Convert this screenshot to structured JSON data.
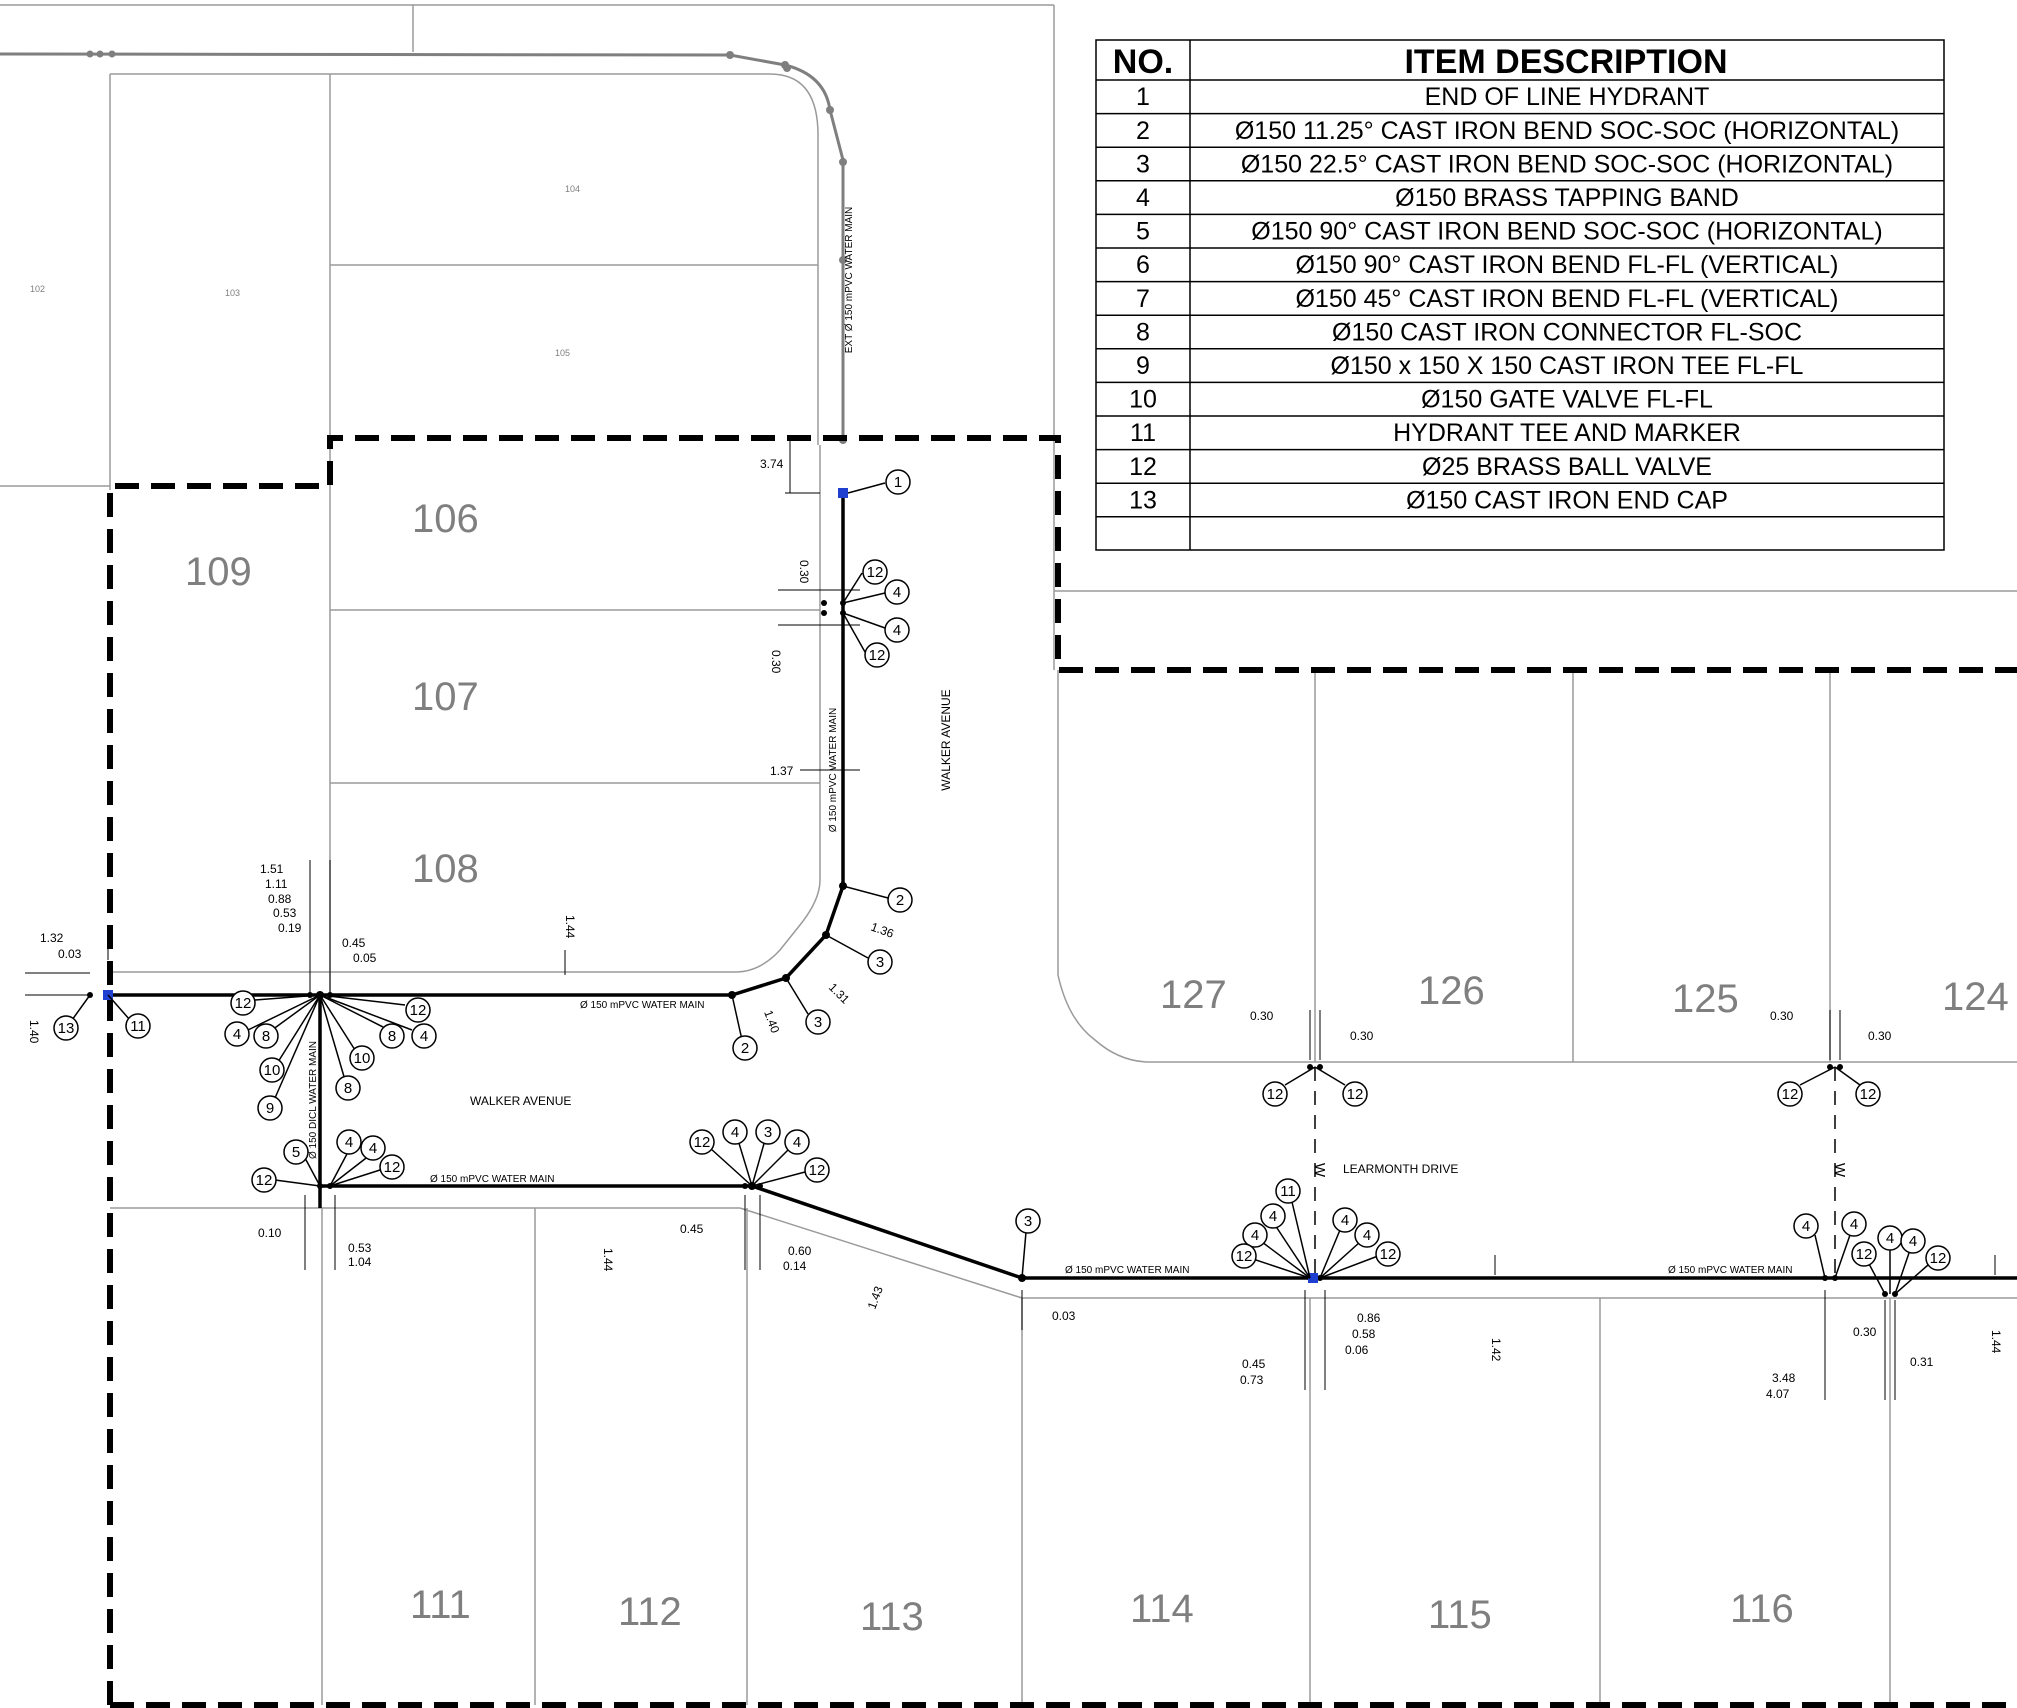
{
  "table": {
    "header_no": "NO.",
    "header_desc": "ITEM DESCRIPTION",
    "rows": [
      {
        "no": "1",
        "desc": "END OF LINE HYDRANT"
      },
      {
        "no": "2",
        "desc": "Ø150 11.25° CAST IRON BEND SOC-SOC (HORIZONTAL)"
      },
      {
        "no": "3",
        "desc": "Ø150 22.5° CAST IRON BEND SOC-SOC (HORIZONTAL)"
      },
      {
        "no": "4",
        "desc": "Ø150 BRASS TAPPING BAND"
      },
      {
        "no": "5",
        "desc": "Ø150 90° CAST IRON BEND SOC-SOC (HORIZONTAL)"
      },
      {
        "no": "6",
        "desc": "Ø150 90° CAST IRON BEND FL-FL (VERTICAL)"
      },
      {
        "no": "7",
        "desc": "Ø150 45° CAST IRON BEND FL-FL (VERTICAL)"
      },
      {
        "no": "8",
        "desc": "Ø150 CAST IRON CONNECTOR FL-SOC"
      },
      {
        "no": "9",
        "desc": "Ø150 x 150 X 150 CAST IRON TEE FL-FL"
      },
      {
        "no": "10",
        "desc": "Ø150 GATE VALVE FL-FL"
      },
      {
        "no": "11",
        "desc": "HYDRANT TEE AND MARKER"
      },
      {
        "no": "12",
        "desc": "Ø25 BRASS BALL VALVE"
      },
      {
        "no": "13",
        "desc": "Ø150 CAST IRON END CAP"
      },
      {
        "no": "",
        "desc": ""
      }
    ]
  },
  "lots": {
    "l102": "102",
    "l103": "103",
    "l104": "104",
    "l105": "105",
    "l106": "106",
    "l107": "107",
    "l108": "108",
    "l109": "109",
    "l111": "111",
    "l112": "112",
    "l113": "113",
    "l114": "114",
    "l115": "115",
    "l116": "116",
    "l124": "124",
    "l125": "125",
    "l126": "126",
    "l127": "127"
  },
  "streets": {
    "walker_vertical": "WALKER AVENUE",
    "walker_horizontal": "WALKER AVENUE",
    "learmonth": "LEARMONTH DRIVE"
  },
  "pipe_labels": {
    "ext_main": "EXT Ø 150 mPVC WATER MAIN",
    "vertical_main": "Ø 150 mPVC WATER MAIN",
    "walker_main": "Ø 150 mPVC WATER MAIN",
    "dicl_main": "Ø 150 DICL WATER MAIN",
    "lower_main_left": "Ø 150 mPVC WATER MAIN",
    "learmonth_main_mid": "Ø 150 mPVC WATER MAIN",
    "learmonth_main_right": "Ø 150 mPVC WATER MAIN"
  },
  "service_marker": "W",
  "dimensions": {
    "d374": "3.74",
    "d030a": "0.30",
    "d030b": "0.30",
    "d137": "1.37",
    "d136": "1.36",
    "d131": "1.31",
    "d140b": "1.40",
    "d144a": "1.44",
    "d151": "1.51",
    "d111": "1.11",
    "d088": "0.88",
    "d053": "0.53",
    "d019": "0.19",
    "d045a": "0.45",
    "d005": "0.05",
    "d132": "1.32",
    "d003a": "0.03",
    "d140a": "1.40",
    "d010": "0.10",
    "d053b": "0.53",
    "d104": "1.04",
    "d144b": "1.44",
    "d045b": "0.45",
    "d060": "0.60",
    "d014": "0.14",
    "d143": "1.43",
    "d003b": "0.03",
    "d030c": "0.30",
    "d030d": "0.30",
    "d086": "0.86",
    "d058": "0.58",
    "d006": "0.06",
    "d045c": "0.45",
    "d073": "0.73",
    "d142": "1.42",
    "d030e": "0.30",
    "d030f": "0.30",
    "d030g": "0.30",
    "d031": "0.31",
    "d348": "3.48",
    "d407": "4.07",
    "d144c": "1.44"
  },
  "colors": {
    "pipe": "#000000",
    "existing_pipe": "#7f7f7f",
    "boundary": "#000000",
    "lot_lines": "#9a9a9a",
    "hydrant_marker": "#1f3fd0"
  },
  "callouts": [
    {
      "n": "1"
    },
    {
      "n": "12"
    },
    {
      "n": "4"
    },
    {
      "n": "4"
    },
    {
      "n": "12"
    },
    {
      "n": "2"
    },
    {
      "n": "3"
    },
    {
      "n": "3"
    },
    {
      "n": "2"
    },
    {
      "n": "12"
    },
    {
      "n": "4"
    },
    {
      "n": "8"
    },
    {
      "n": "10"
    },
    {
      "n": "9"
    },
    {
      "n": "12"
    },
    {
      "n": "8"
    },
    {
      "n": "4"
    },
    {
      "n": "10"
    },
    {
      "n": "8"
    },
    {
      "n": "13"
    },
    {
      "n": "11"
    },
    {
      "n": "5"
    },
    {
      "n": "12"
    },
    {
      "n": "4"
    },
    {
      "n": "4"
    },
    {
      "n": "12"
    },
    {
      "n": "12"
    },
    {
      "n": "4"
    },
    {
      "n": "3"
    },
    {
      "n": "4"
    },
    {
      "n": "12"
    },
    {
      "n": "3"
    },
    {
      "n": "12"
    },
    {
      "n": "12"
    },
    {
      "n": "11"
    },
    {
      "n": "4"
    },
    {
      "n": "4"
    },
    {
      "n": "12"
    },
    {
      "n": "4"
    },
    {
      "n": "4"
    },
    {
      "n": "12"
    },
    {
      "n": "12"
    },
    {
      "n": "12"
    },
    {
      "n": "4"
    },
    {
      "n": "4"
    },
    {
      "n": "12"
    },
    {
      "n": "4"
    },
    {
      "n": "4"
    },
    {
      "n": "12"
    }
  ]
}
